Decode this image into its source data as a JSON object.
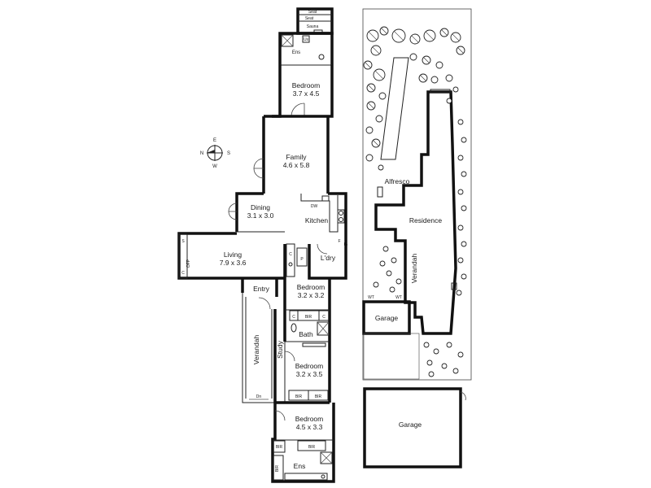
{
  "compass": {
    "n": "N",
    "e": "E",
    "s": "S",
    "w": "W"
  },
  "rooms": {
    "seat_top": "Seat",
    "seat_mid": "Seat",
    "sauna": "Sauna",
    "us": "Us",
    "ens_top": "Ens",
    "bedroom_top": {
      "name": "Bedroom",
      "dims": "3.7 x 4.5"
    },
    "family": {
      "name": "Family",
      "dims": "4.6 x 5.8"
    },
    "dining": {
      "name": "Dining",
      "dims": "3.1 x 3.0"
    },
    "dw": "DW",
    "kitchen": "Kitchen",
    "fridge": "F",
    "living": {
      "name": "Living",
      "dims": "7.9 x 3.6"
    },
    "s_left": "S",
    "ofp": "OFP",
    "c_left": "C",
    "c_mid": "C",
    "pantry": "P",
    "laundry": "L'dry",
    "entry": "Entry",
    "bedroom_2": {
      "name": "Bedroom",
      "dims": "3.2 x 3.2"
    },
    "c_bath_left": "C",
    "bir_bath": "BIR",
    "c_bath_right": "C",
    "bath": "Bath",
    "verandah_left": "Verandah",
    "study": "Study",
    "bedroom_3": {
      "name": "Bedroom",
      "dims": "3.2 x 3.5"
    },
    "dn": "Dn",
    "bir_b3_left": "BIR",
    "bir_b3_right": "BIR",
    "bedroom_main": {
      "name": "Bedroom",
      "dims": "4.5 x 3.3"
    },
    "bir_side": "BIR",
    "bir_main": "BIR",
    "bir_side_low": "BIR",
    "ens_bottom": "Ens"
  },
  "site": {
    "alfresco": "Alfresco",
    "residence": "Residence",
    "verandah": "Verandah",
    "garage": "Garage",
    "wt_left": "WT",
    "wt_right": "WT"
  },
  "garage_large": "Garage"
}
